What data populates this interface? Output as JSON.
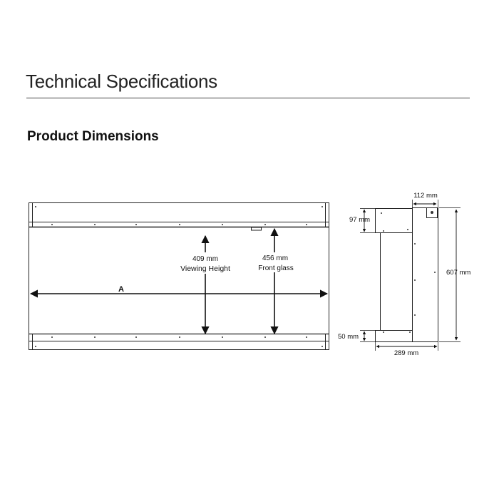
{
  "header": {
    "title": "Technical Specifications"
  },
  "section": {
    "title": "Product Dimensions"
  },
  "front_view": {
    "width_label": "A",
    "viewing_height_value": "409 mm",
    "viewing_height_label": "Viewing Height",
    "front_glass_value": "456 mm",
    "front_glass_label": "Front glass"
  },
  "side_view": {
    "depth_top": "112 mm",
    "top_offset": "97 mm",
    "total_height": "607 mm",
    "bottom_offset": "50 mm",
    "total_depth": "289 mm"
  },
  "colors": {
    "line": "#222222",
    "dim_line": "#111111"
  }
}
